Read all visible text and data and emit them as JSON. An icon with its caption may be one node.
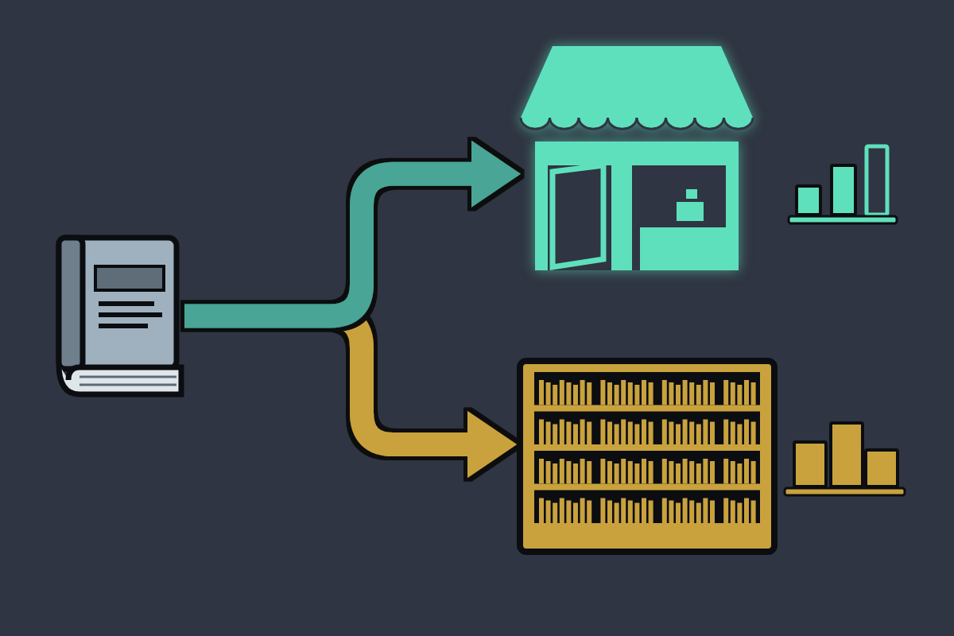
{
  "diagram": {
    "nodes": [
      {
        "text": [],
        "shape": "picture"
      },
      {
        "text": [],
        "shape": "picture"
      },
      {
        "text": [],
        "shape": "picture"
      }
    ],
    "edges": [
      {
        "from": 0,
        "to": 1,
        "arrow": "to",
        "color": "#4aa596"
      },
      {
        "from": 0,
        "to": 2,
        "arrow": "to",
        "color": "#c9a23e"
      }
    ]
  }
}
